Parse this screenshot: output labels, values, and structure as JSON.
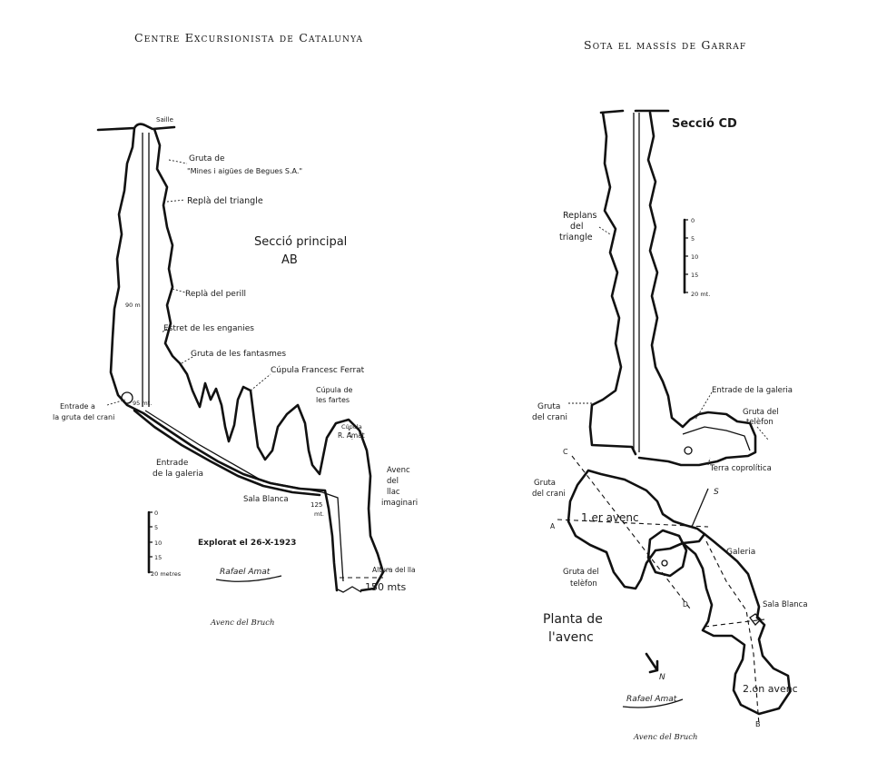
{
  "header": {
    "left": "Centre Excursionista de Catalunya",
    "right": "Sota el massís de Garraf"
  },
  "left_figure": {
    "top_label": "Saille",
    "title": "Secció principal",
    "title_code": "AB",
    "labels": {
      "gruta": "Gruta de",
      "mines": "\"Mines i aigües de Begues S.A.\"",
      "repla_triangle": "Replà del triangle",
      "repla_perill": "Replà del perill",
      "estret": "Estret de les enganies",
      "gruta_fantasmes": "Gruta de les fantasmes",
      "cupula_ferrat": "Cúpula Francesc Ferrat",
      "cupula_fartes_1": "Cúpula de",
      "cupula_fartes_2": "les fartes",
      "cupula_amat_1": "Cúpula",
      "cupula_amat_2": "R. Amat",
      "entrada_crani_1": "Entrade a",
      "entrada_crani_2": "la gruta del crani",
      "entrada_galeria_1": "Entrade",
      "entrada_galeria_2": "de la galeria",
      "sala_blanca": "Sala Blanca",
      "avenc_llac_1": "Avenc",
      "avenc_llac_2": "del",
      "avenc_llac_3": "llac",
      "avenc_llac_4": "imaginari",
      "depth_90": "90 m",
      "depth_95": "95 mt.",
      "depth_125": "125",
      "depth_125_unit": "mt.",
      "altura": "Altura del lla",
      "total_depth": "150 mts",
      "explored": "Explorat el 26-X-1923",
      "signature": "Rafael Amat"
    },
    "scale": {
      "ticks": [
        "0",
        "5",
        "10",
        "15",
        "20 metres"
      ]
    },
    "caption": "Avenc del Bruch"
  },
  "right_figure": {
    "title": "Secció CD",
    "labels": {
      "replans_1": "Replans",
      "replans_2": "del",
      "replans_3": "triangle",
      "gruta_crani_1": "Gruta",
      "gruta_crani_2": "del crani",
      "entrada_galeria": "Entrade de la galeria",
      "gruta_telefon_1": "Gruta del",
      "gruta_telefon_2": "telèfon",
      "terra": "Terra coprolítica"
    },
    "scale": {
      "ticks": [
        "0",
        "5",
        "10",
        "15",
        "20 mt."
      ]
    },
    "plan": {
      "title_1": "Planta de",
      "title_2": "l'avenc",
      "avenc_1": "1.er avenc",
      "avenc_2": "2.on avenc",
      "galeria": "Galeria",
      "sala_blanca": "Sala Blanca",
      "gruta_crani_1": "Gruta",
      "gruta_crani_2": "del crani",
      "gruta_telefon_1": "Gruta del",
      "gruta_telefon_2": "telèfon",
      "north": "N",
      "pt_A": "A",
      "pt_B": "B",
      "pt_C": "C",
      "pt_D": "D",
      "pt_S": "S"
    },
    "signature": "Rafael Amat",
    "caption": "Avenc del Bruch"
  }
}
